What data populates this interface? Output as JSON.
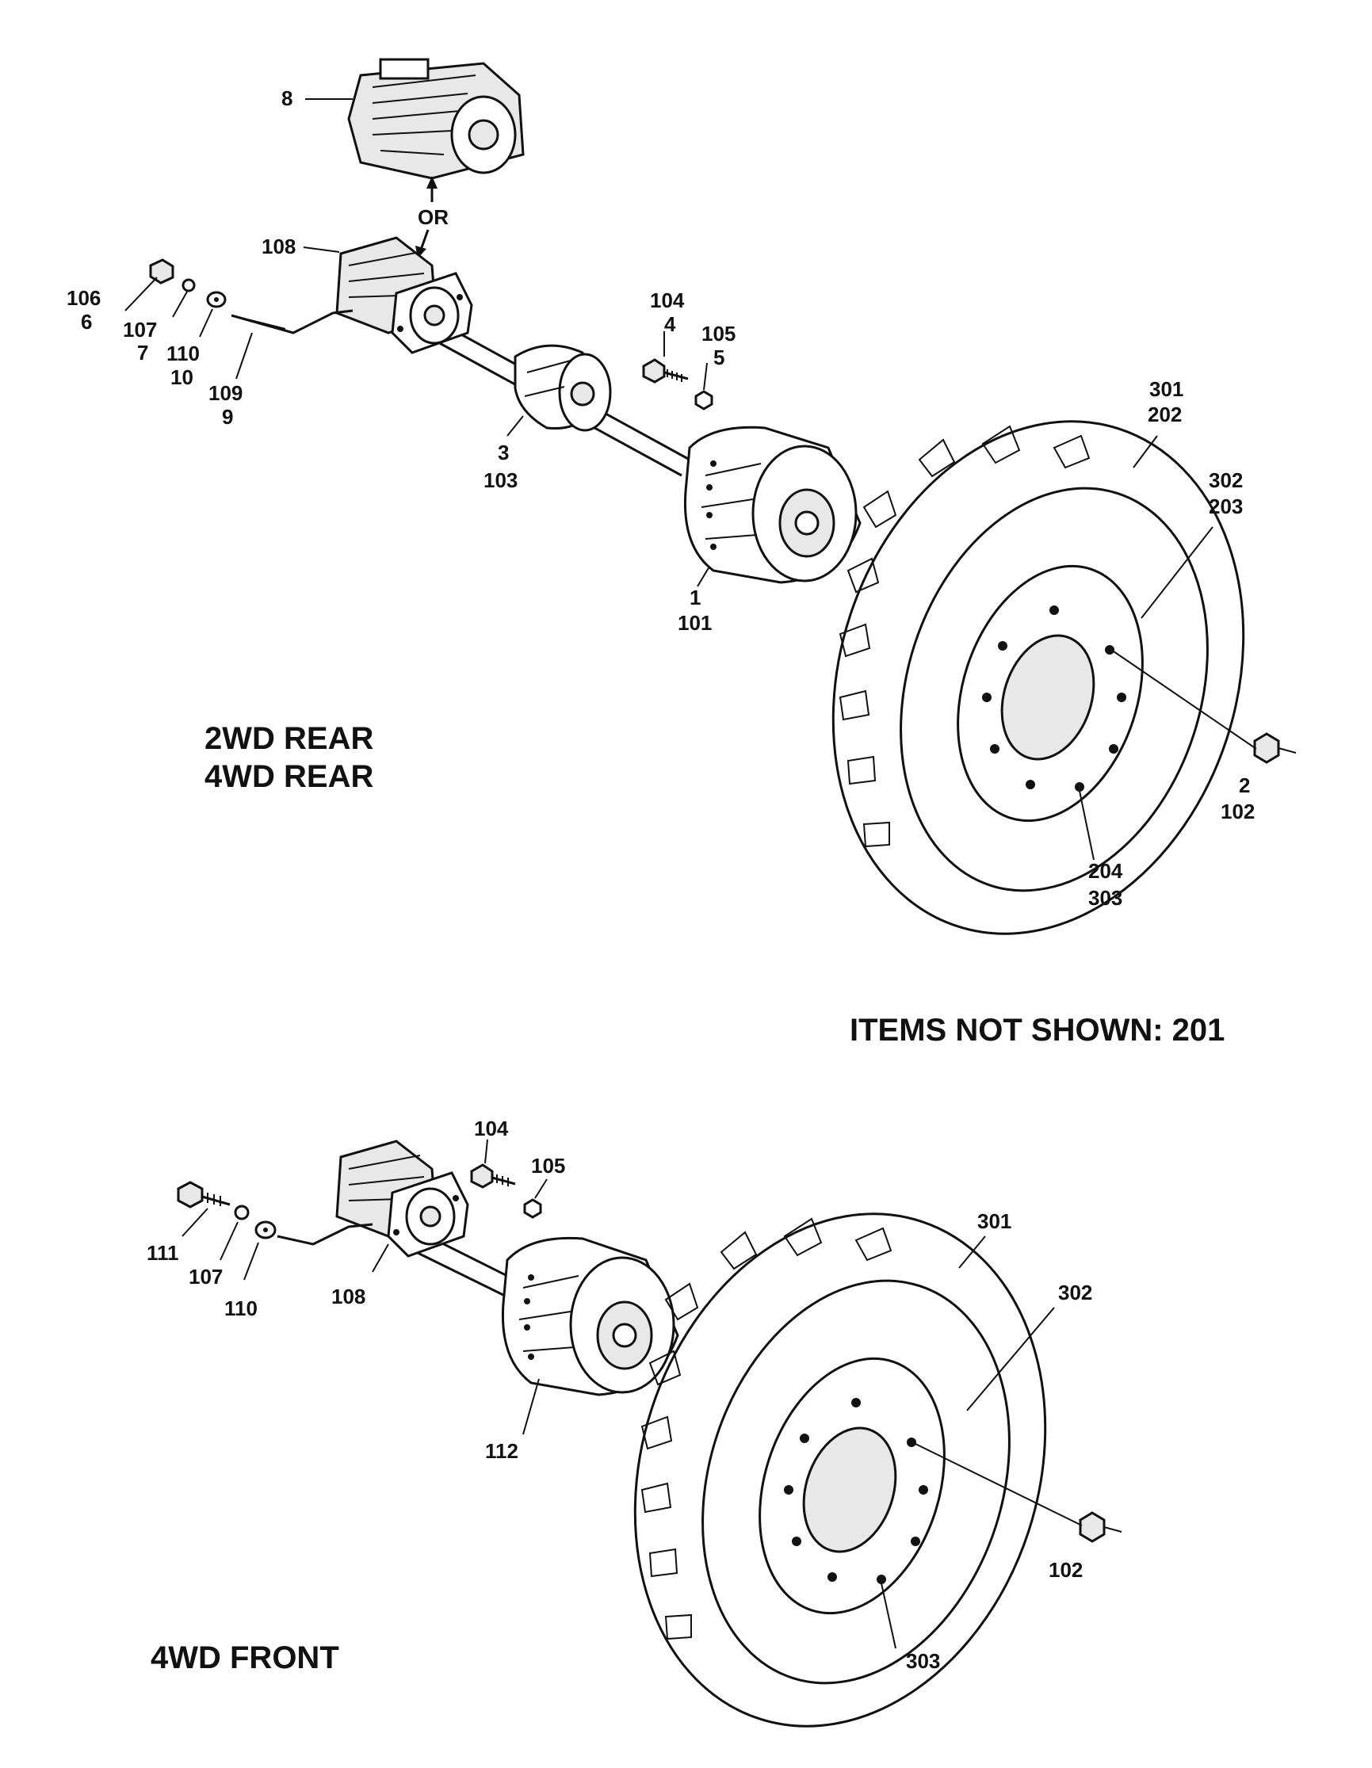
{
  "rear": {
    "title_line1": "2WD REAR",
    "title_line2": "4WD REAR",
    "or_label": "OR",
    "callouts": {
      "c8": "8",
      "c108": "108",
      "c106": "106",
      "c6": "6",
      "c107": "107",
      "c7": "7",
      "c110": "110",
      "c10": "10",
      "c109": "109",
      "c9": "9",
      "c3": "3",
      "c103": "103",
      "c104": "104",
      "c4": "4",
      "c105": "105",
      "c5": "5",
      "c1": "1",
      "c101": "101",
      "c301": "301",
      "c202": "202",
      "c302": "302",
      "c203": "203",
      "c2": "2",
      "c102": "102",
      "c204": "204",
      "c303": "303"
    }
  },
  "not_shown": "ITEMS NOT SHOWN: 201",
  "front": {
    "title": "4WD FRONT",
    "callouts": {
      "c104": "104",
      "c105": "105",
      "c111": "111",
      "c107": "107",
      "c110": "110",
      "c108": "108",
      "c112": "112",
      "c301": "301",
      "c302": "302",
      "c102": "102",
      "c303": "303"
    }
  }
}
